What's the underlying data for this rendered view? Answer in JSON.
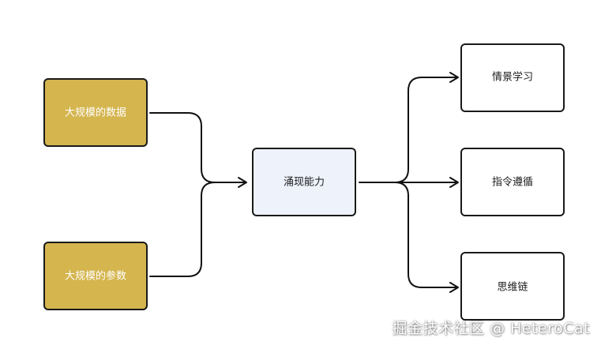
{
  "diagram": {
    "inputs": [
      {
        "id": "data",
        "label": "大规模的数据"
      },
      {
        "id": "params",
        "label": "大规模的参数"
      }
    ],
    "center": {
      "id": "emergent",
      "label": "涌现能力"
    },
    "outputs": [
      {
        "id": "icl",
        "label": "情景学习"
      },
      {
        "id": "instr",
        "label": "指令遵循"
      },
      {
        "id": "cot",
        "label": "思维链"
      }
    ]
  },
  "colors": {
    "input_fill": "#d4b54e",
    "input_text": "#ffffff",
    "center_fill": "#eef2fb",
    "output_fill": "#ffffff",
    "node_text": "#1a1a1a",
    "stroke": "#1a1a1a"
  },
  "watermark": "掘金技术社区 @ HeteroCat"
}
